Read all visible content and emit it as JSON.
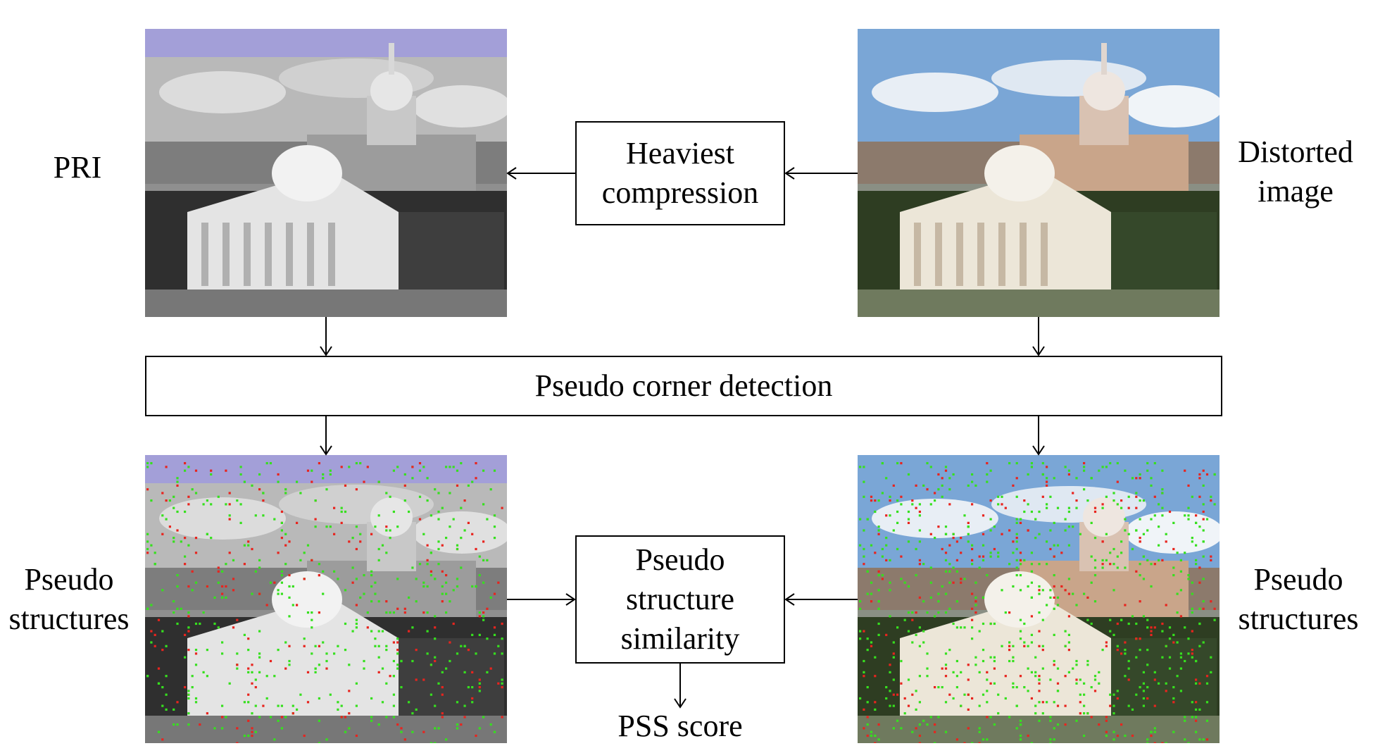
{
  "labels": {
    "pri": "PRI",
    "distorted_line1": "Distorted",
    "distorted_line2": "image",
    "pseudo_left_line1": "Pseudo",
    "pseudo_left_line2": "structures",
    "pseudo_right_line1": "Pseudo",
    "pseudo_right_line2": "structures",
    "pss_score": "PSS score"
  },
  "boxes": {
    "compression_line1": "Heaviest",
    "compression_line2": "compression",
    "corner_detection": "Pseudo corner detection",
    "similarity_line1": "Pseudo",
    "similarity_line2": "structure",
    "similarity_line3": "similarity"
  },
  "colors": {
    "corner_red": "#e8241e",
    "corner_green": "#36e01e",
    "sky_pri": "#9aa0d6",
    "sky_distorted": "#7aa6d6",
    "building_distorted": "#c9a58a"
  }
}
